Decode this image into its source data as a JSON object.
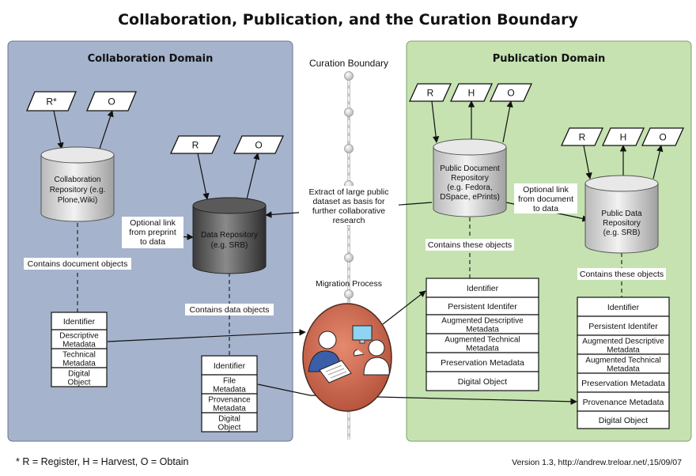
{
  "title": "Collaboration, Publication, and the Curation Boundary",
  "colors": {
    "collab_bg": "#a5b3cc",
    "publication_bg": "#c5e2b0",
    "migration_fill": "#c9614a",
    "dark_cylinder": "#4a4a4a",
    "light_cylinder": "#d6d6d6"
  },
  "collaboration": {
    "heading": "Collaboration Domain",
    "tags": [
      "R*",
      "O"
    ],
    "repo_label": [
      "Collaboration",
      "Repository (e.g.",
      "Plone,Wiki)"
    ],
    "contains_label": "Contains document objects",
    "doc_object": [
      "Identifier",
      "Descriptive Metadata",
      "Technical Metadata",
      "Digital Object"
    ],
    "link_label": [
      "Optional link",
      "from preprint",
      "to data"
    ],
    "data_tags": [
      "R",
      "O"
    ],
    "data_repo_label": [
      "Data Repository",
      "(e.g. SRB)"
    ],
    "data_contains_label": "Contains data objects",
    "data_object": [
      "Identifier",
      "File Metadata",
      "Provenance Metadata",
      "Digital Object"
    ]
  },
  "boundary": {
    "heading": "Curation Boundary",
    "extract_label": [
      "Extract of large public",
      "dataset as basis for",
      "further collaborative",
      "research"
    ],
    "migration_label": "Migration Process"
  },
  "publication": {
    "heading": "Publication Domain",
    "doc_tags": [
      "R",
      "H",
      "O"
    ],
    "doc_repo_label": [
      "Public Document",
      "Repository",
      "(e.g. Fedora,",
      "DSpace, ePrints)"
    ],
    "doc_contains_label": "Contains these objects",
    "doc_object": [
      "Identifier",
      "Persistent Identifer",
      "Augmented Descriptive Metadata",
      "Augmented Technical Metadata",
      "Preservation Metadata",
      "Digital Object"
    ],
    "link_label": [
      "Optional link",
      "from document",
      "to data"
    ],
    "data_tags": [
      "R",
      "H",
      "O"
    ],
    "data_repo_label": [
      "Public Data",
      "Repository",
      "(e.g. SRB)"
    ],
    "data_contains_label": "Contains these objects",
    "data_object": [
      "Identifier",
      "Persistent Identifer",
      "Augmented Descriptive Metadata",
      "Augmented Technical Metadata",
      "Preservation Metadata",
      "Provenance Metadata",
      "Digital Object"
    ]
  },
  "footer": {
    "legend": "* R = Register, H = Harvest, O = Obtain",
    "version": "Version 1.3, http://andrew.treloar.net/,15/09/07"
  }
}
